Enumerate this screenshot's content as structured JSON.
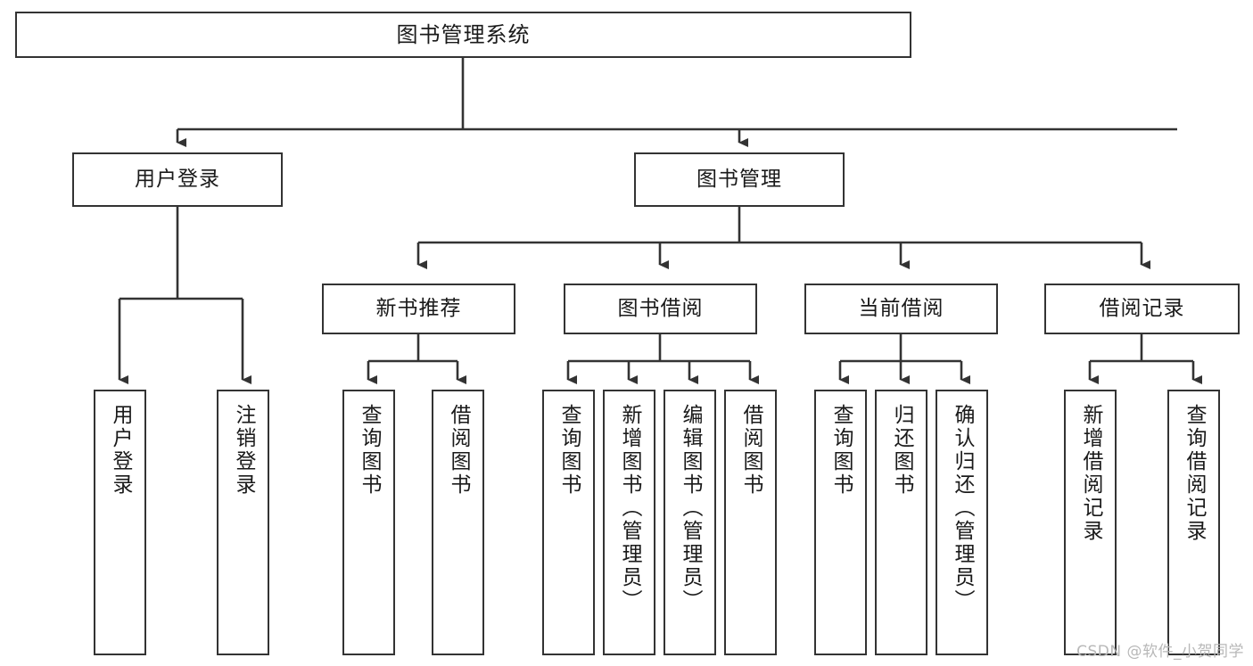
{
  "diagram": {
    "title": "图书管理系统",
    "watermark": "CSDN @软件_小贺同学",
    "line_color": "#333333",
    "box_fill": "#ffffff",
    "text_color": "#1a1a1a",
    "watermark_color": "#b8b8b8"
  },
  "nodes": {
    "root": {
      "label": "图书管理系统"
    },
    "level2": [
      {
        "label": "用户登录"
      },
      {
        "label": "图书管理"
      }
    ],
    "level3": [
      {
        "label": "新书推荐"
      },
      {
        "label": "图书借阅"
      },
      {
        "label": "当前借阅"
      },
      {
        "label": "借阅记录"
      }
    ],
    "leaves_user_login": [
      {
        "label": "用户登录"
      },
      {
        "label": "注销登录"
      }
    ],
    "leaves_new_book": [
      {
        "label": "查询图书"
      },
      {
        "label": "借阅图书"
      }
    ],
    "leaves_borrow": [
      {
        "label": "查询图书"
      },
      {
        "label": "新增图书（管理员）"
      },
      {
        "label": "编辑图书（管理员）"
      },
      {
        "label": "借阅图书"
      }
    ],
    "leaves_current": [
      {
        "label": "查询图书"
      },
      {
        "label": "归还图书"
      },
      {
        "label": "确认归还（管理员）"
      }
    ],
    "leaves_records": [
      {
        "label": "新增借阅记录"
      },
      {
        "label": "查询借阅记录"
      }
    ]
  }
}
